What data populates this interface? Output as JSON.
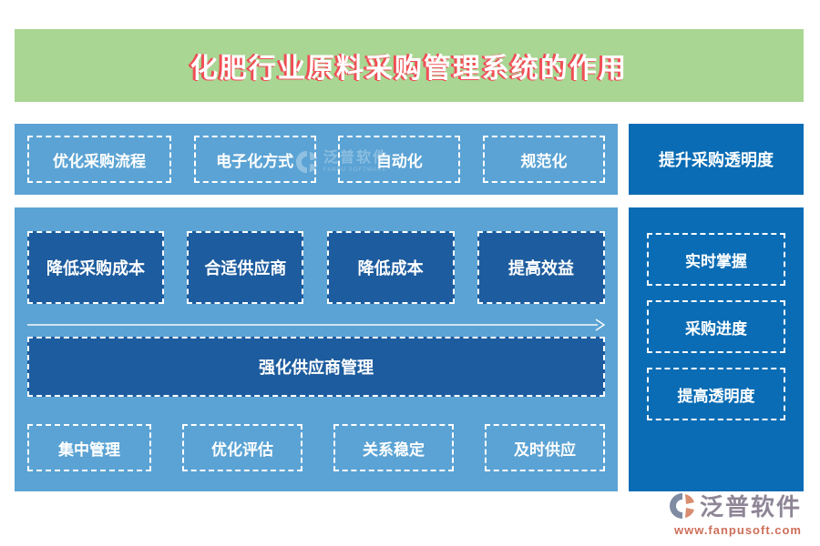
{
  "title": "化肥行业原料采购管理系统的作用",
  "colors": {
    "header_green": "#a9d693",
    "panel_light_blue": "#5ba3d4",
    "box_dark_blue": "#1d5c9e",
    "panel_deep_blue": "#0a6cb4",
    "title_shadow_red": "#f04e55",
    "logo_slate": "#7e8ba2",
    "logo_salmon": "#d98d70",
    "footer_url_red": "#cd6f5a"
  },
  "top_row": {
    "items": [
      {
        "label": "优化采购流程"
      },
      {
        "label": "电子化方式"
      },
      {
        "label": "自动化"
      },
      {
        "label": "规范化"
      }
    ]
  },
  "top_right": {
    "label": "提升采购透明度"
  },
  "benefit_row": {
    "items": [
      {
        "label": "降低采购成本"
      },
      {
        "label": "合适供应商"
      },
      {
        "label": "降低成本"
      },
      {
        "label": "提高效益"
      }
    ]
  },
  "wide_box": {
    "label": "强化供应商管理"
  },
  "supplier_row": {
    "items": [
      {
        "label": "集中管理"
      },
      {
        "label": "优化评估"
      },
      {
        "label": "关系稳定"
      },
      {
        "label": "及时供应"
      }
    ]
  },
  "right_column": {
    "items": [
      {
        "label": "实时掌握"
      },
      {
        "label": "采购进度"
      },
      {
        "label": "提高透明度"
      }
    ]
  },
  "watermark": {
    "brand": "泛普软件",
    "sub": "FANPU SOFTWARE"
  },
  "footer": {
    "brand": "泛普软件",
    "url": "www.fanpusoft.com"
  }
}
